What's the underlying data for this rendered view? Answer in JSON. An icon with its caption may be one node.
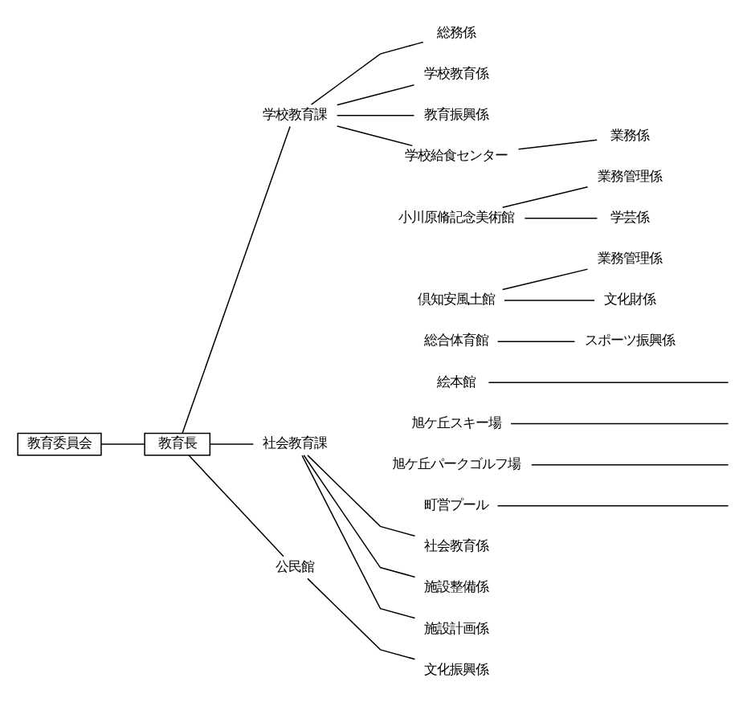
{
  "diagram": {
    "nodes": [
      {
        "text": [
          "教育委員会"
        ]
      },
      {
        "text": [
          "教育長"
        ]
      },
      {
        "text": [
          "学校教育課"
        ]
      },
      {
        "text": [
          "総務係"
        ]
      },
      {
        "text": [
          "学校教育係"
        ]
      },
      {
        "text": [
          "教育振興係"
        ]
      },
      {
        "text": [
          "学校給食センター"
        ]
      },
      {
        "text": [
          "業務係"
        ]
      },
      {
        "text": [
          "社会教育課"
        ]
      },
      {
        "text": [
          "社会教育係"
        ]
      },
      {
        "text": [
          "施設整備係"
        ]
      },
      {
        "text": [
          "施設計画係"
        ]
      },
      {
        "text": [
          "小川原脩記念美術館"
        ]
      },
      {
        "text": [
          "業務管理係"
        ]
      },
      {
        "text": [
          "学芸係"
        ]
      },
      {
        "text": [
          "倶知安風土館"
        ]
      },
      {
        "text": [
          "業務管理係"
        ]
      },
      {
        "text": [
          "文化財係"
        ]
      },
      {
        "text": [
          "総合体育館"
        ]
      },
      {
        "text": [
          "スポーツ振興係"
        ]
      },
      {
        "text": [
          "絵本館"
        ]
      },
      {
        "text": [
          "旭ケ丘スキー場"
        ]
      },
      {
        "text": [
          "旭ケ丘パークゴルフ場"
        ]
      },
      {
        "text": [
          "町営プール"
        ]
      },
      {
        "text": [
          "公民館"
        ]
      },
      {
        "text": [
          "文化振興係"
        ]
      }
    ],
    "edges": [
      {
        "from": 0,
        "to": 1,
        "arrow": "none"
      },
      {
        "from": 1,
        "to": 2,
        "arrow": "none"
      },
      {
        "from": 1,
        "to": 8,
        "arrow": "none"
      },
      {
        "from": 1,
        "to": 24,
        "arrow": "none"
      },
      {
        "from": 2,
        "to": 3,
        "arrow": "none"
      },
      {
        "from": 2,
        "to": 4,
        "arrow": "none"
      },
      {
        "from": 2,
        "to": 5,
        "arrow": "none"
      },
      {
        "from": 2,
        "to": 6,
        "arrow": "none"
      },
      {
        "from": 6,
        "to": 7,
        "arrow": "none"
      },
      {
        "from": 8,
        "to": 9,
        "arrow": "none"
      },
      {
        "from": 8,
        "to": 10,
        "arrow": "none"
      },
      {
        "from": 8,
        "to": 11,
        "arrow": "none"
      },
      {
        "from": 12,
        "to": 13,
        "arrow": "none"
      },
      {
        "from": 12,
        "to": 14,
        "arrow": "none"
      },
      {
        "from": 15,
        "to": 16,
        "arrow": "none"
      },
      {
        "from": 15,
        "to": 17,
        "arrow": "none"
      },
      {
        "from": 18,
        "to": 19,
        "arrow": "none"
      },
      {
        "from": 20,
        "to": null,
        "arrow": "none"
      },
      {
        "from": 21,
        "to": null,
        "arrow": "none"
      },
      {
        "from": 22,
        "to": null,
        "arrow": "none"
      },
      {
        "from": 23,
        "to": null,
        "arrow": "none"
      },
      {
        "from": 24,
        "to": 25,
        "arrow": "none"
      }
    ]
  }
}
